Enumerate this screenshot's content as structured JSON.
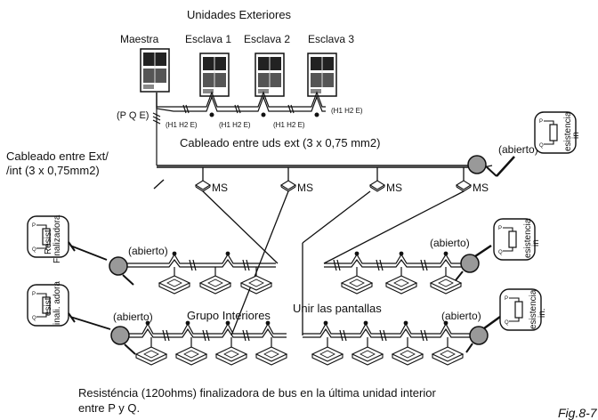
{
  "top_partial": "",
  "title": "Unidades Exteriores",
  "outdoor_units": [
    {
      "label": "Maestra"
    },
    {
      "label": "Esclava 1"
    },
    {
      "label": "Esclava 2"
    },
    {
      "label": "Esclava 3"
    }
  ],
  "pqe_label": "(P Q E)",
  "h_labels": [
    "(H1 H2 E)",
    "(H1 H2 E)",
    "(H1 H2 E)",
    "(H1 H2 E)"
  ],
  "cable_ext_label": "Cableado entre uds ext (3 x 0,75 mm2)",
  "cable_extint_label_1": "Cableado entre Ext/",
  "cable_extint_label_2": "/int (3 x 0,75mm2)",
  "ms_label": "MS",
  "abierto_label": "(abierto)",
  "left_resistor_1": [
    "Resist",
    "Finalizadora"
  ],
  "left_resistor_2": [
    "esist",
    "inali. adora"
  ],
  "right_resistor_1": [
    "esistencia",
    "in"
  ],
  "right_resistor_2": [
    "esistencia",
    "in"
  ],
  "right_resistor_3": [
    "esistencia",
    "in."
  ],
  "group_label": "Grupo Interiores",
  "join_label": "Unir las pantallas",
  "footer_line_1": "Resisténcia (120ohms) finalizadora  de bus en la última unidad interior",
  "footer_line_2": "entre P y Q.",
  "fig_label": "Fig.8-7"
}
